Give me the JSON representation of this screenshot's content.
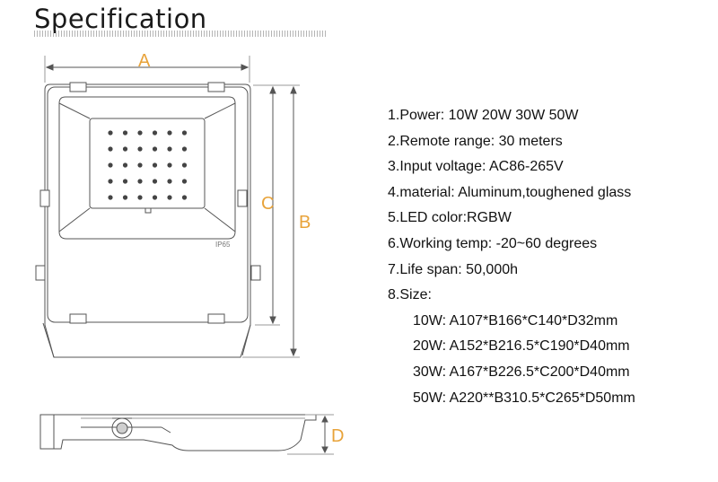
{
  "heading": "Specification",
  "specs": [
    "1.Power: 10W 20W 30W 50W",
    "2.Remote range: 30 meters",
    "3.Input voltage: AC86-265V",
    "4.material: Aluminum,toughened glass",
    "5.LED color:RGBW",
    "6.Working temp: -20~60 degrees",
    "7.Life span: 50,000h",
    "8.Size:"
  ],
  "sizes": [
    "10W: A107*B166*C140*D32mm",
    "20W: A152*B216.5*C190*D40mm",
    "30W: A167*B226.5*C200*D40mm",
    "50W: A220**B310.5*C265*D50mm"
  ],
  "dimension_labels": {
    "a": "A",
    "b": "B",
    "c": "C",
    "d": "D"
  },
  "housing_marking": "IP65",
  "colors": {
    "dimension_label": "#e8a33a",
    "outline": "#555555",
    "text": "#111111"
  }
}
